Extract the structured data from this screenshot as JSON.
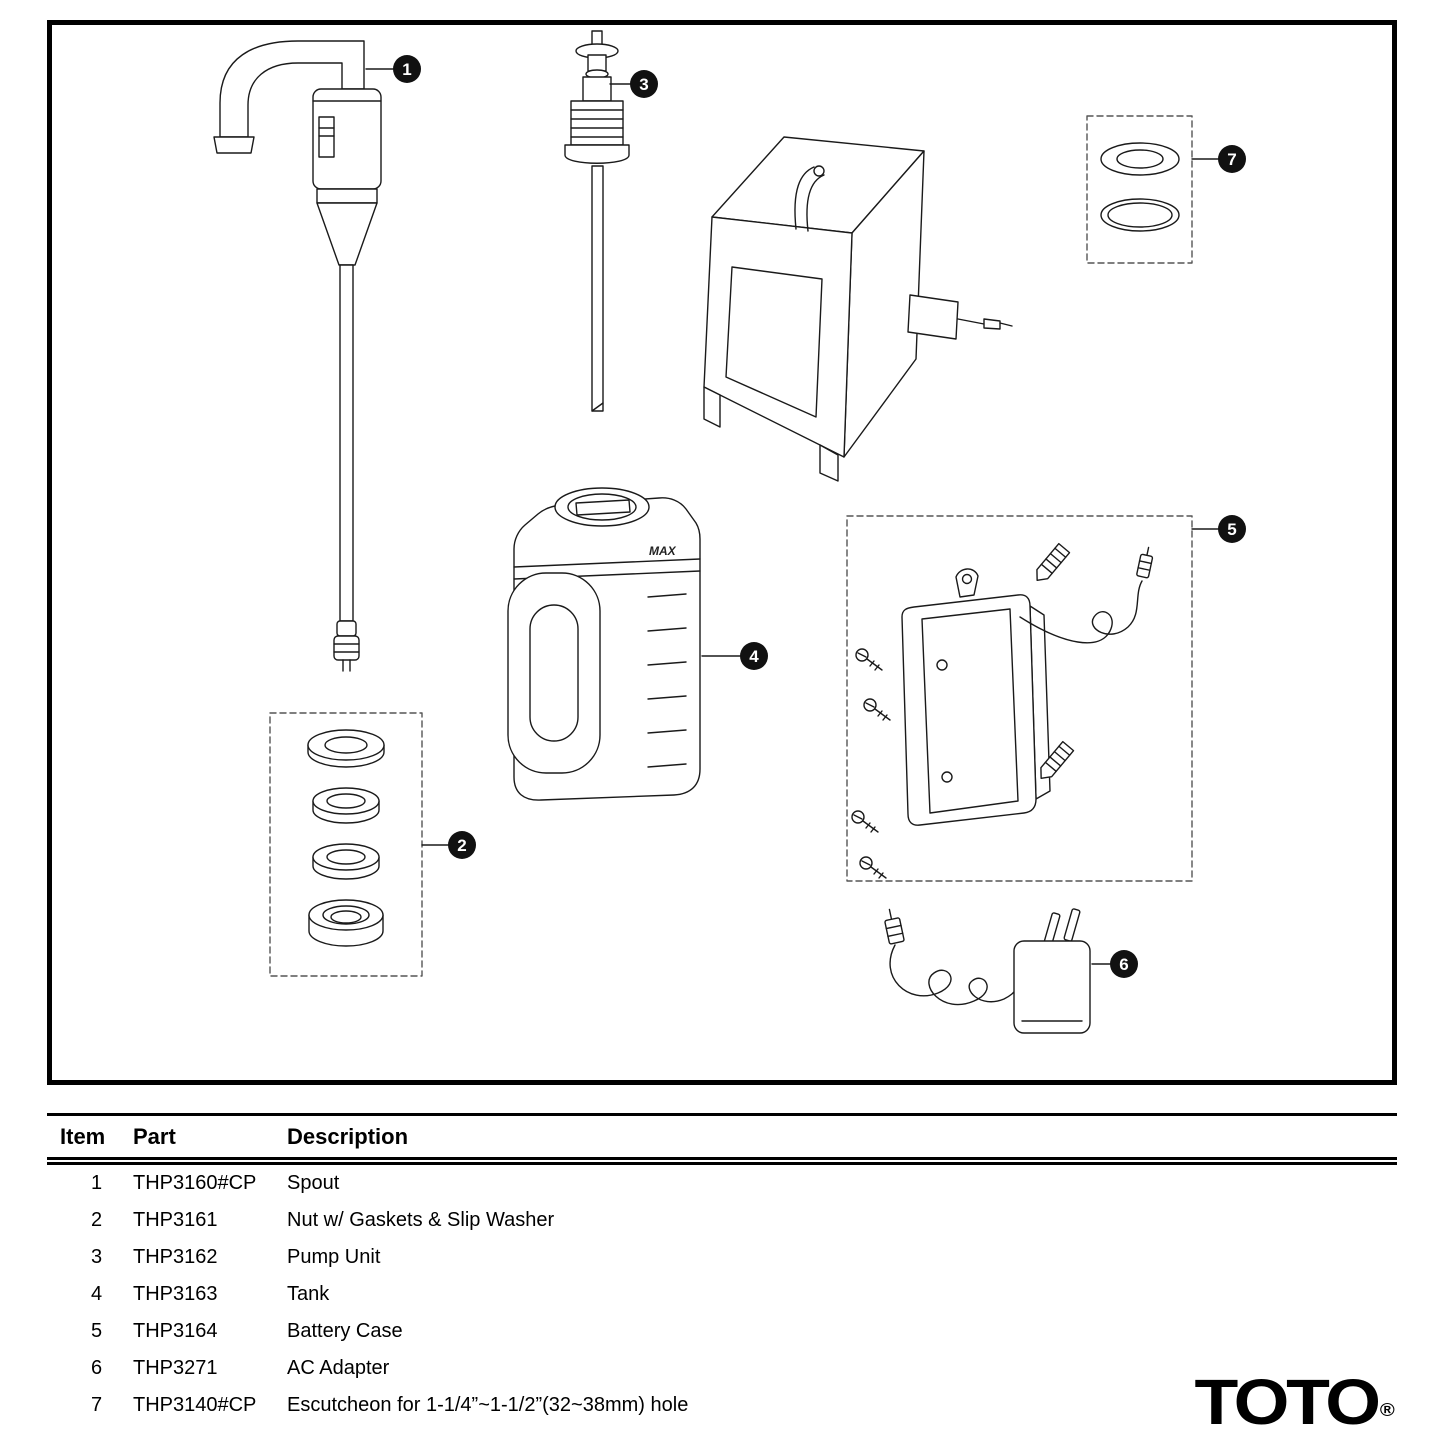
{
  "diagram": {
    "tank_label": "MAX",
    "callouts": {
      "spout": "1",
      "nut_gaskets": "2",
      "pump": "3",
      "tank": "4",
      "battery_case": "5",
      "ac_adapter": "6",
      "escutcheon": "7"
    }
  },
  "table": {
    "headers": [
      "Item",
      "Part",
      "Description"
    ],
    "rows": [
      {
        "item": "1",
        "part": "THP3160#CP",
        "description": "Spout"
      },
      {
        "item": "2",
        "part": "THP3161",
        "description": "Nut w/ Gaskets & Slip Washer"
      },
      {
        "item": "3",
        "part": "THP3162",
        "description": "Pump Unit"
      },
      {
        "item": "4",
        "part": "THP3163",
        "description": "Tank"
      },
      {
        "item": "5",
        "part": "THP3164",
        "description": "Battery Case"
      },
      {
        "item": "6",
        "part": "THP3271",
        "description": "AC Adapter"
      },
      {
        "item": "7",
        "part": "THP3140#CP",
        "description": "Escutcheon for 1-1/4”~1-1/2”(32~38mm) hole"
      }
    ]
  },
  "logo": {
    "text": "TOTO",
    "registered": "®"
  }
}
